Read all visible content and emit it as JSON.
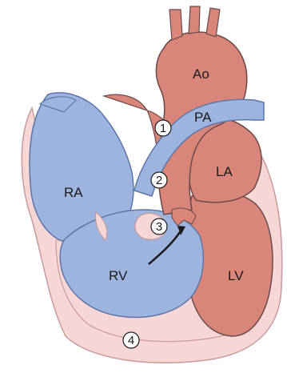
{
  "labels": {
    "ao": "Ao",
    "pa": "PA",
    "la": "LA",
    "ra": "RA",
    "rv": "RV",
    "lv": "LV"
  },
  "markers": {
    "m1": "1",
    "m2": "2",
    "m3": "3",
    "m4": "4"
  },
  "colors": {
    "red": "#d9857a",
    "red_dark": "#a85a52",
    "blue": "#9db4de",
    "blue_dark": "#5e76a8",
    "pink": "#f7d6d6",
    "pink_border": "#c89a9a",
    "outline": "#6b4a4a"
  }
}
